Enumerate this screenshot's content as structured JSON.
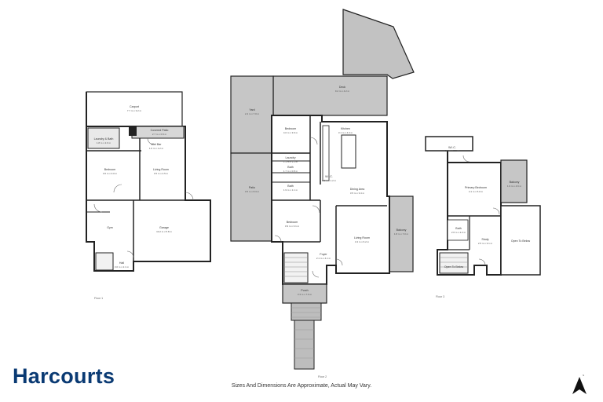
{
  "brand": {
    "name": "Harcourts",
    "color": "#0a3a73"
  },
  "disclaimer": "Sizes And Dimensions Are Approximate, Actual May Vary.",
  "compass_label": "N",
  "floors": [
    {
      "label": "Floor 1",
      "rooms": [
        {
          "name": "Carport",
          "dims": "7.7 m x 3.2 m"
        },
        {
          "name": "Laundry & Bath",
          "dims": "1.8 m x 2.0 m"
        },
        {
          "name": "Covered Patio",
          "dims": "2.7 m x 0.9 m"
        },
        {
          "name": "Wet Bar",
          "dims": "1.6 m x 1.2 m"
        },
        {
          "name": "Bedroom",
          "dims": "3.6 m x 3.0 m"
        },
        {
          "name": "Living Room",
          "dims": "3.5 m x 4.5 m"
        },
        {
          "name": "Gym",
          "dims": ""
        },
        {
          "name": "Garage",
          "dims": "10.2 m x 5.8 m"
        },
        {
          "name": "Hall",
          "dims": "3.0 m x 2.1 m"
        }
      ]
    },
    {
      "label": "Floor 2",
      "rooms": [
        {
          "name": "Deck",
          "dims": "9.2 m x 4.2 m"
        },
        {
          "name": "Yard",
          "dims": "2.4 m x 7.0 m"
        },
        {
          "name": "Bedroom",
          "dims": "4.0 m x 3.9 m"
        },
        {
          "name": "Kitchen",
          "dims": "3.1 m x 4.3 m"
        },
        {
          "name": "Laundry",
          "dims": "1.3 m x 1.1 m"
        },
        {
          "name": "Bath",
          "dims": "1.7 m x 0.8 m"
        },
        {
          "name": "Bath",
          "dims": "1.9 m x 1.1 m"
        },
        {
          "name": "W.I.C.",
          "dims": "2.1 m x 1.2 m"
        },
        {
          "name": "Patio",
          "dims": "3.5 m x 8.3 m"
        },
        {
          "name": "Dining Area",
          "dims": "3.5 m x 3.4 m"
        },
        {
          "name": "Bedroom",
          "dims": "3.9 m x 3.1 m"
        },
        {
          "name": "Living Room",
          "dims": "4.3 m x 6.2 m"
        },
        {
          "name": "Balcony",
          "dims": "1.8 m x 7.0 m"
        },
        {
          "name": "Foyer",
          "dims": "2.1 m x 4.1 m"
        },
        {
          "name": "Porch",
          "dims": "3.3 m x 7.9 m"
        }
      ]
    },
    {
      "label": "Floor 3",
      "rooms": [
        {
          "name": "W.I.C.",
          "dims": "2.1 m x 2.2 m"
        },
        {
          "name": "Primary Bedroom",
          "dims": "4.1 m x 5.0 m"
        },
        {
          "name": "Balcony",
          "dims": "1.9 m x 4.6 m"
        },
        {
          "name": "Bath",
          "dims": "2.6 m x 2.2 m"
        },
        {
          "name": "Study",
          "dims": "2.5 m x 3.1 m"
        },
        {
          "name": "Open To Below",
          "dims": ""
        },
        {
          "name": "Open To Below",
          "dims": ""
        }
      ]
    }
  ]
}
